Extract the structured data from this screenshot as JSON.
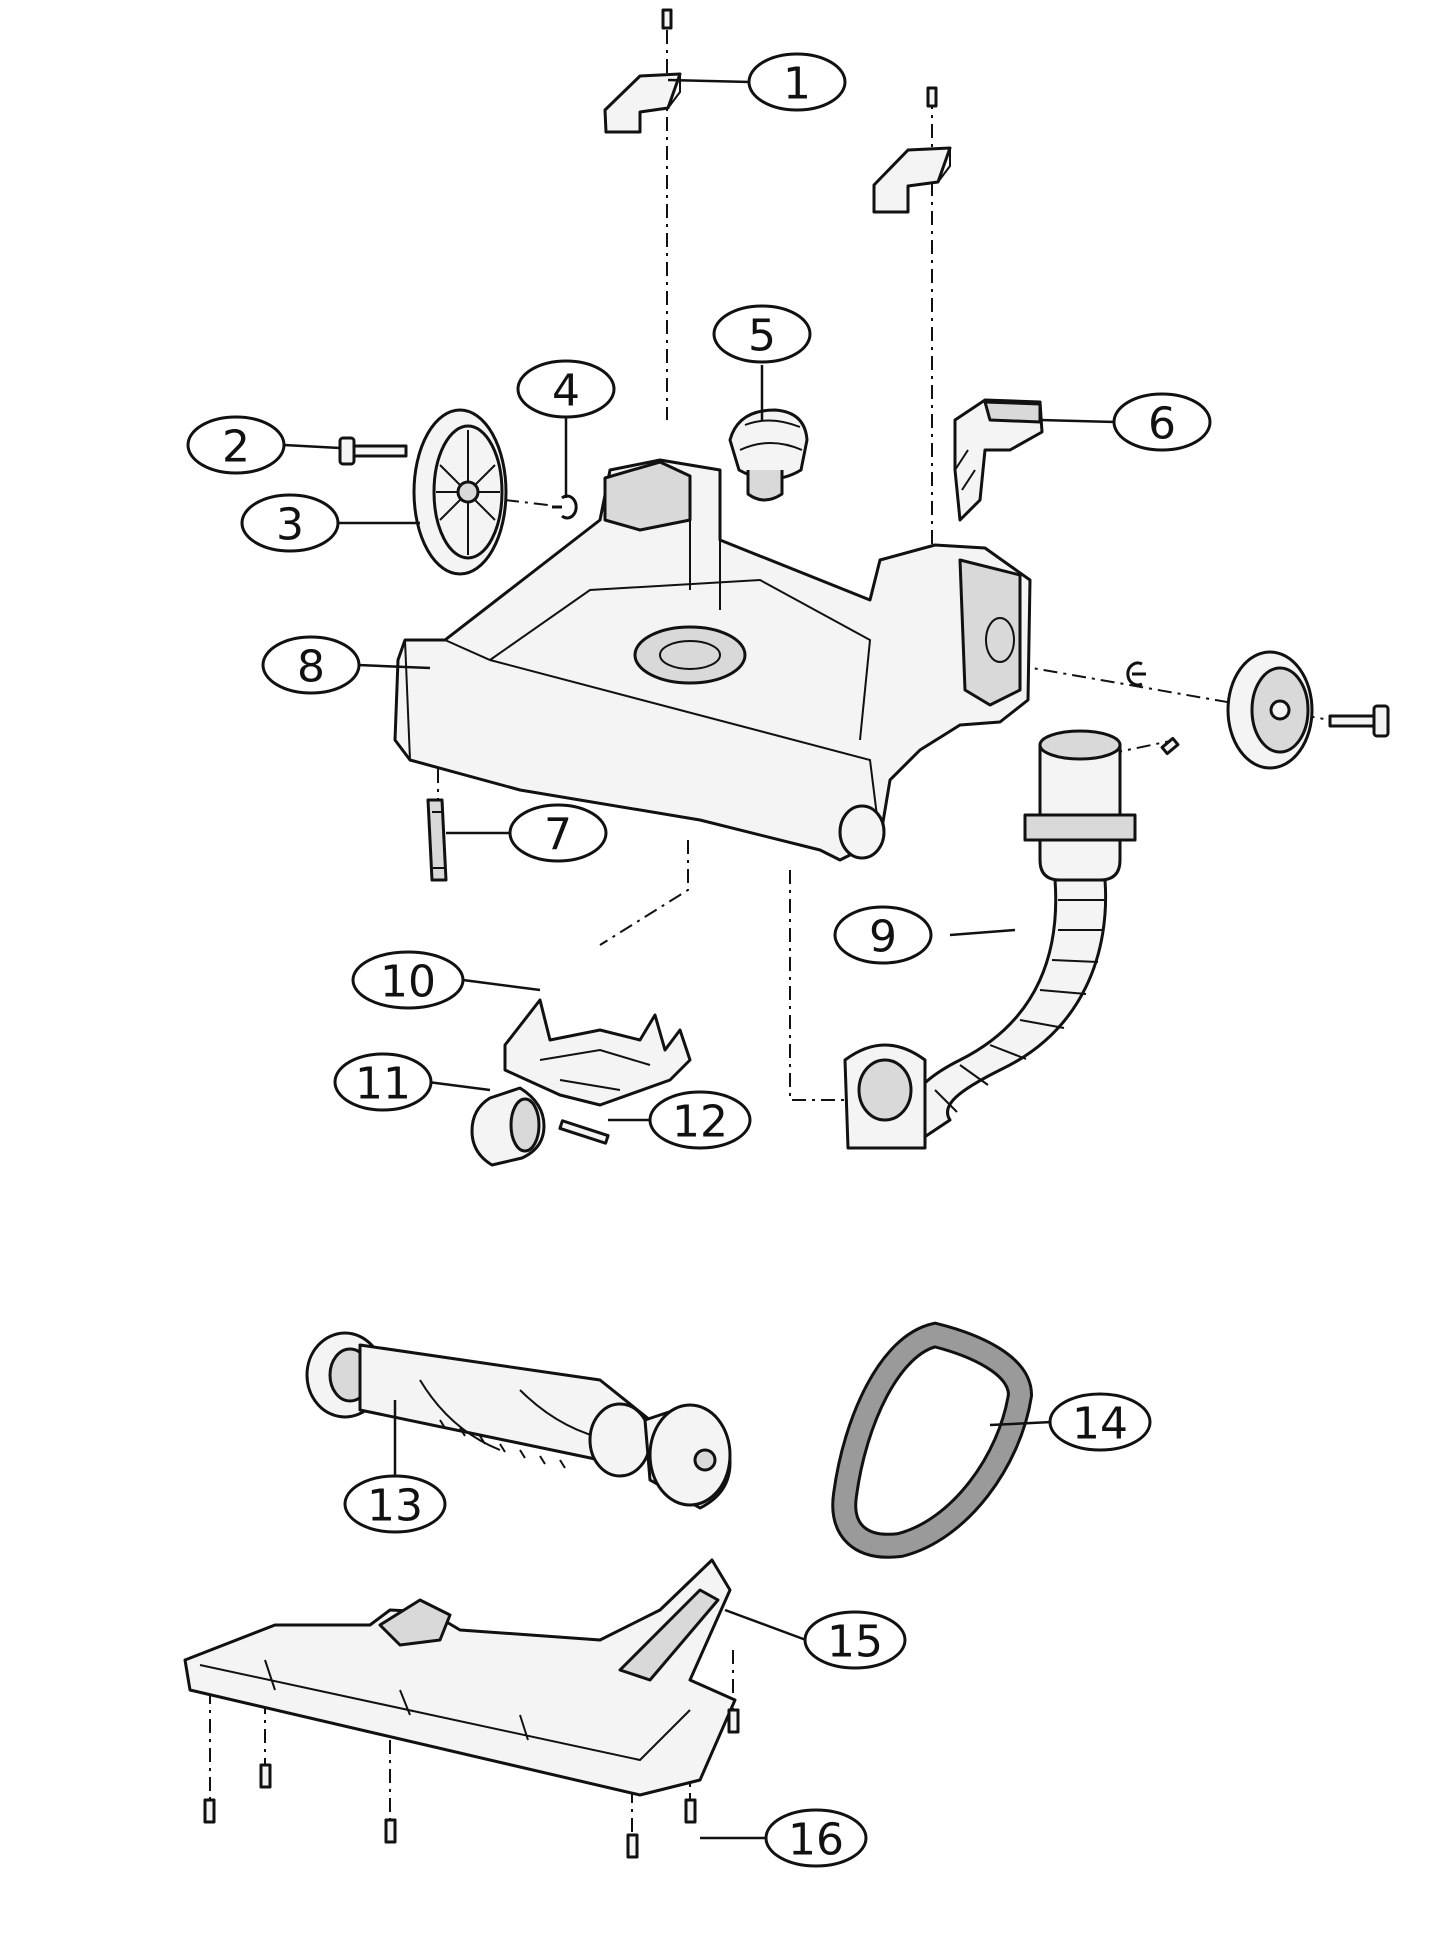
{
  "callouts": [
    "1",
    "2",
    "3",
    "4",
    "5",
    "6",
    "7",
    "8",
    "9",
    "10",
    "11",
    "12",
    "13",
    "14",
    "15",
    "16"
  ],
  "colors": {
    "line": "#111111",
    "background": "#ffffff",
    "fill_light": "#f4f4f4",
    "fill_mid": "#d9d9d9",
    "belt": "#9a9a9a"
  }
}
